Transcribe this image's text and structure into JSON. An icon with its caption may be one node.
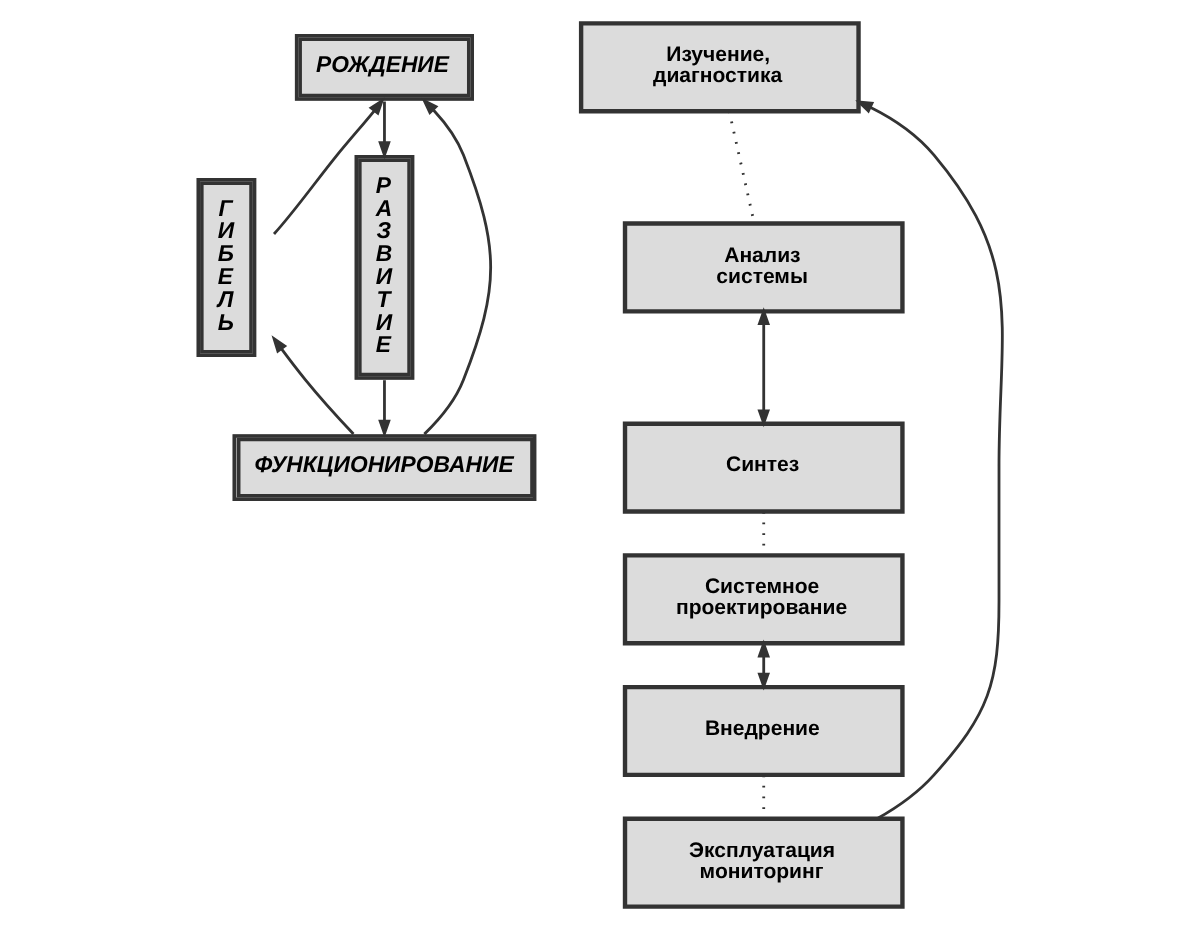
{
  "diagram": {
    "nodes": [
      {
        "text": [
          "РОЖДЕНИЕ"
        ]
      },
      {
        "text": [
          "ГИБЕЛЬ"
        ]
      },
      {
        "text": [
          "РАЗВИТИЕ"
        ]
      },
      {
        "text": [
          "ФУНКЦИОНИРОВАНИЕ"
        ]
      },
      {
        "text": [
          "Изучение, диагностика"
        ]
      },
      {
        "text": [
          "Анализ системы"
        ]
      },
      {
        "text": [
          "Синтез"
        ]
      },
      {
        "text": [
          "Системное проектирование"
        ]
      },
      {
        "text": [
          "Внедрение"
        ]
      },
      {
        "text": [
          "Эксплуатация мониторинг"
        ]
      }
    ],
    "edges": [
      {
        "from": 0,
        "to": 2,
        "arrow": "to"
      },
      {
        "from": 2,
        "to": 3,
        "arrow": "to"
      },
      {
        "from": 3,
        "to": 1,
        "arrow": "to"
      },
      {
        "from": 3,
        "to": 0,
        "arrow": "to"
      },
      {
        "from": 1,
        "to": 0,
        "arrow": "to"
      },
      {
        "from": 9,
        "to": 4,
        "arrow": "to"
      },
      {
        "from": 4,
        "to": 5,
        "arrow": "none",
        "style": "dashed"
      },
      {
        "from": 5,
        "to": 6,
        "arrow": "both"
      },
      {
        "from": 6,
        "to": 7,
        "arrow": "none",
        "style": "dashed"
      },
      {
        "from": 7,
        "to": 8,
        "arrow": "both"
      },
      {
        "from": 8,
        "to": 9,
        "arrow": "none",
        "style": "dashed"
      }
    ]
  }
}
